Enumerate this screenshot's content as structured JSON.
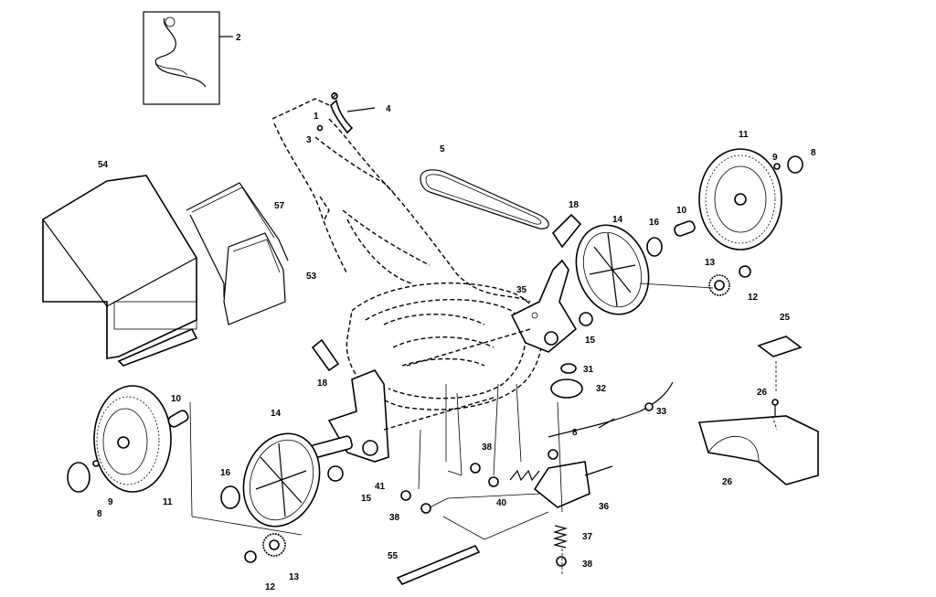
{
  "callouts": {
    "c1": "1",
    "c2": "2",
    "c3": "3",
    "c4": "4",
    "c5": "5",
    "c8a": "8",
    "c8b": "8",
    "c8c": "8",
    "c9a": "9",
    "c9b": "9",
    "c10a": "10",
    "c10b": "10",
    "c11a": "11",
    "c11b": "11",
    "c12a": "12",
    "c12b": "12",
    "c13a": "13",
    "c13b": "13",
    "c14a": "14",
    "c14b": "14",
    "c15a": "15",
    "c15b": "15",
    "c16a": "16",
    "c16b": "16",
    "c18a": "18",
    "c18b": "18",
    "c25": "25",
    "c26a": "26",
    "c26b": "26",
    "c31": "31",
    "c32": "32",
    "c33": "33",
    "c35": "35",
    "c36": "36",
    "c37": "37",
    "c38a": "38",
    "c38b": "38",
    "c38c": "38",
    "c40": "40",
    "c41": "41",
    "c53": "53",
    "c54": "54",
    "c55": "55",
    "c57": "57"
  }
}
